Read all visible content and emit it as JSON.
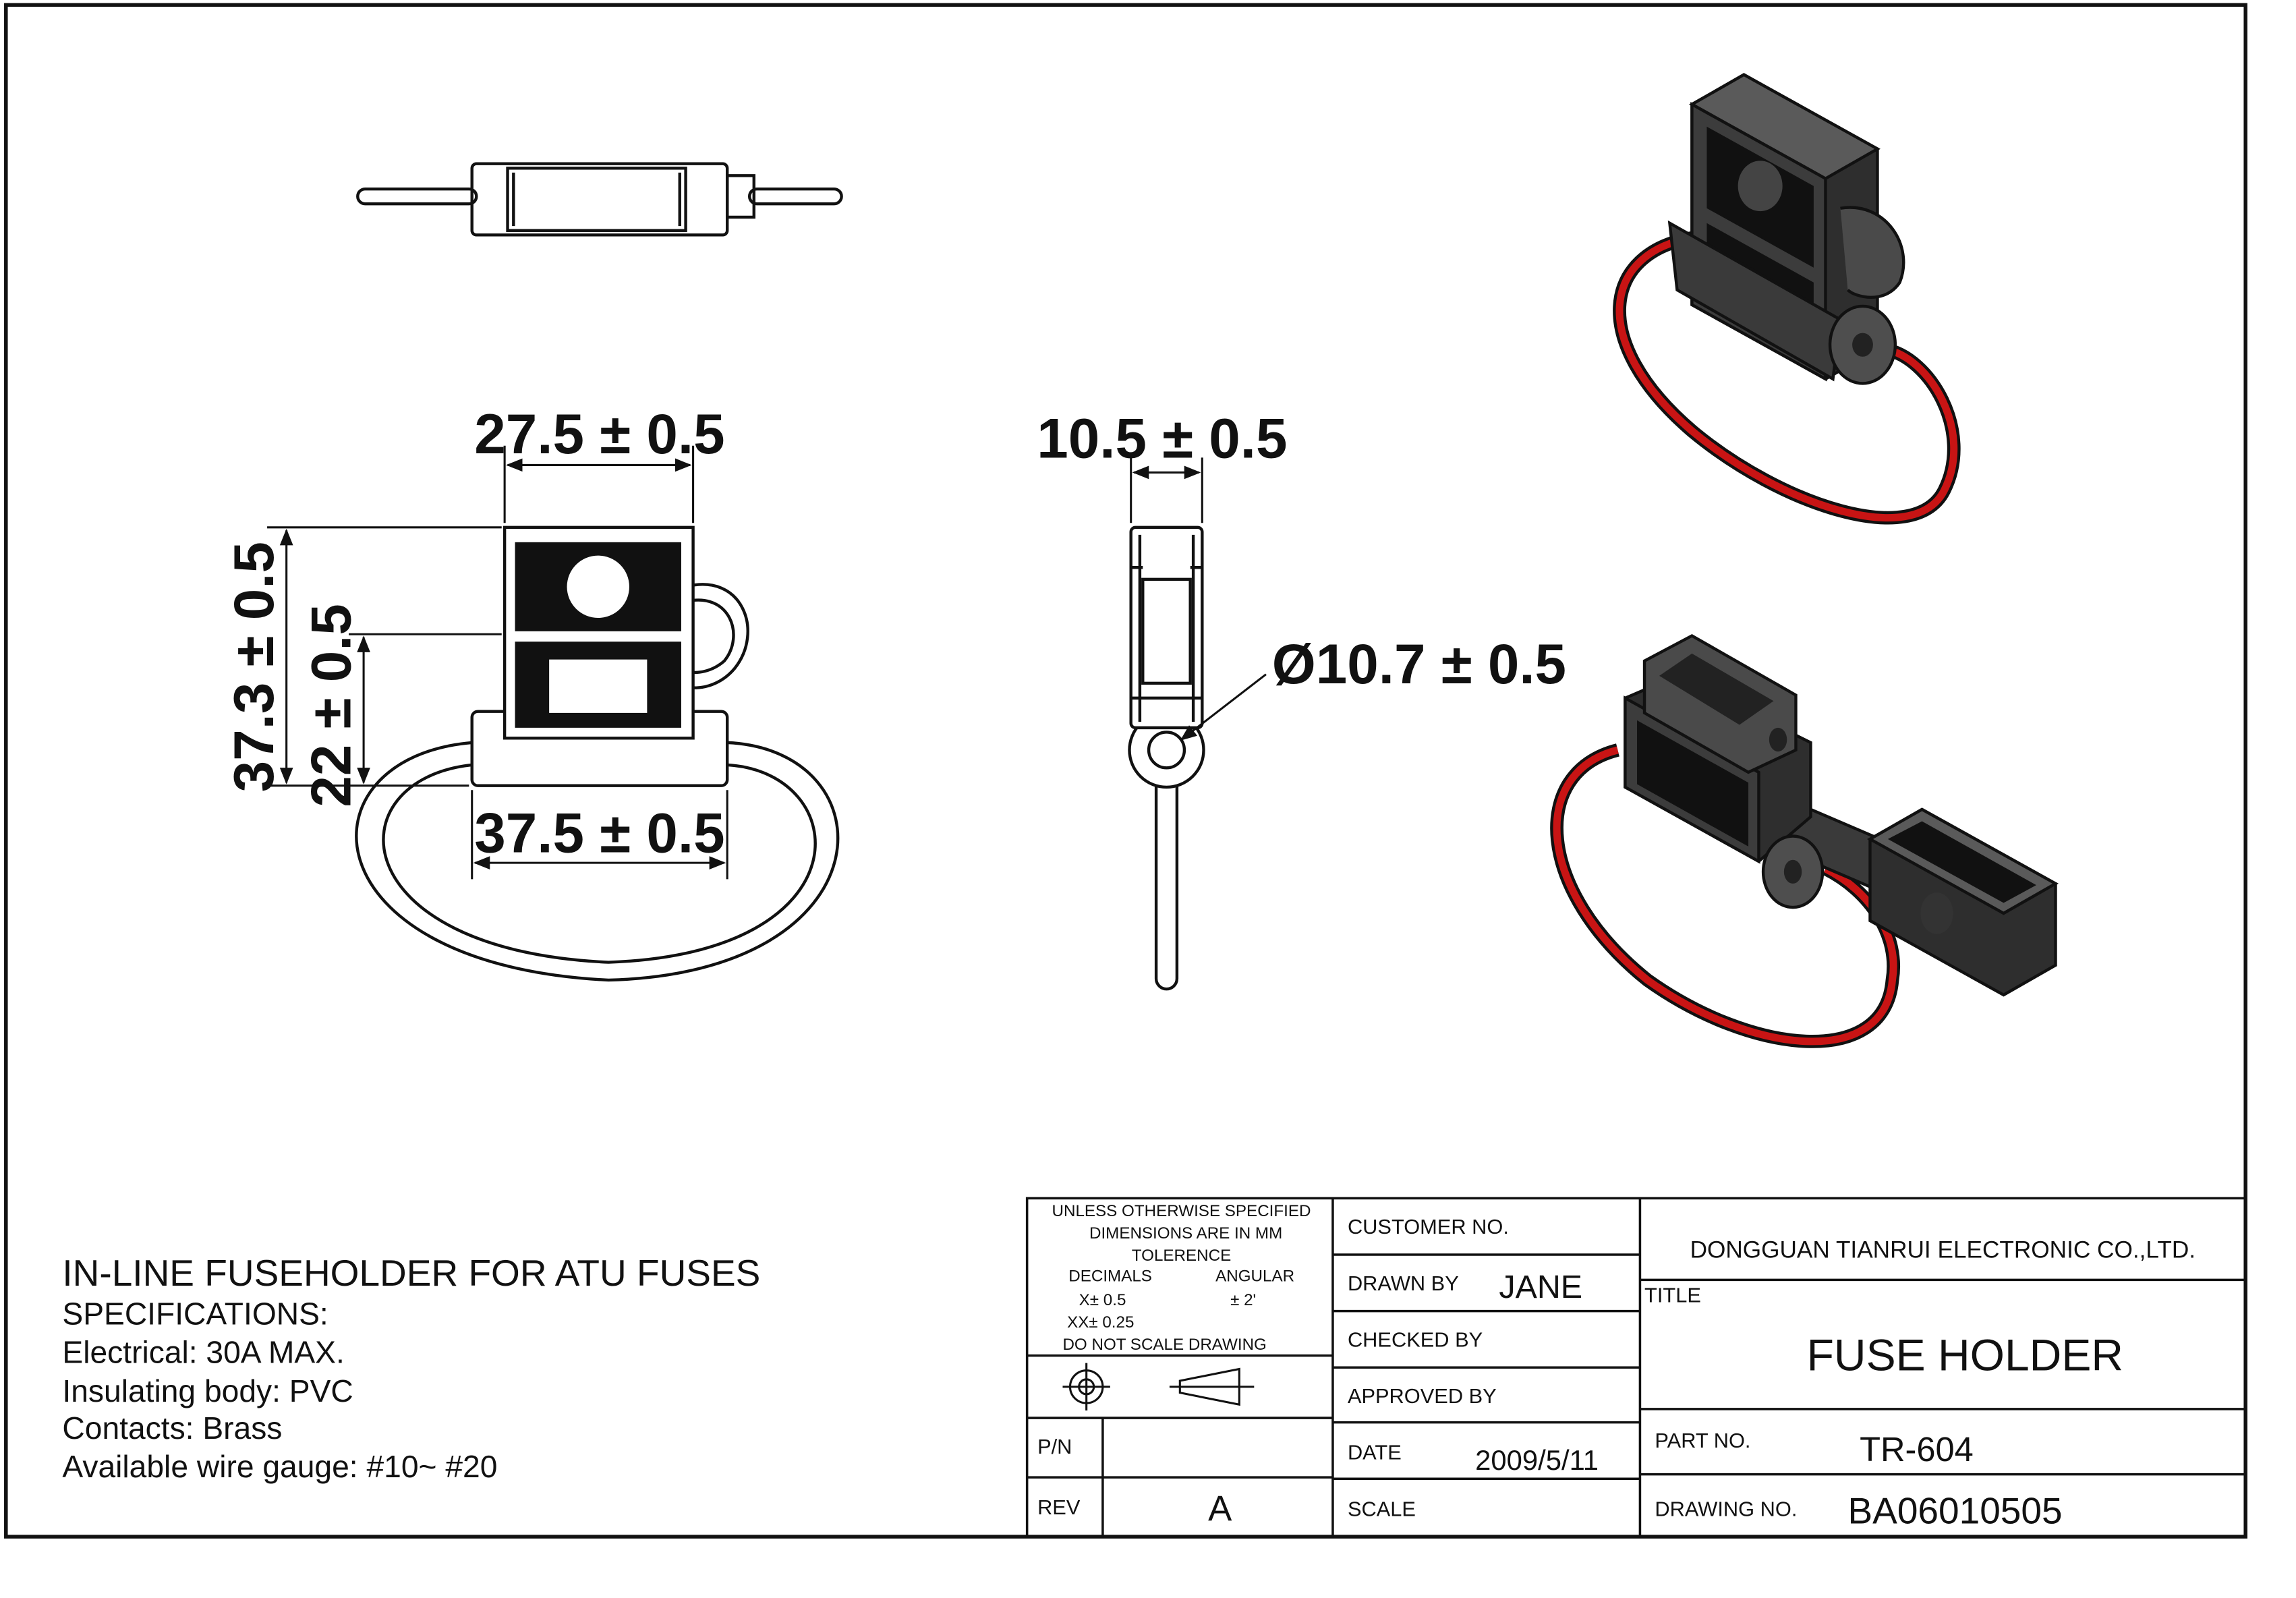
{
  "dimensions": {
    "top_width": "27.5 ± 0.5",
    "overall_height": "37.3 ± 0.5",
    "inner_height": "22 ± 0.5",
    "base_width": "37.5 ± 0.5",
    "side_thickness": "10.5 ± 0.5",
    "wire_diameter": "Ø10.7 ± 0.5"
  },
  "specs": {
    "title": "IN-LINE FUSEHOLDER FOR ATU FUSES",
    "heading": "SPECIFICATIONS:",
    "lines": [
      "Electrical: 30A MAX.",
      "Insulating body: PVC",
      "Contacts: Brass",
      "Available wire gauge: #10~ #20"
    ]
  },
  "title_block": {
    "tolerance": {
      "line1": "UNLESS OTHERWISE SPECIFIED",
      "line2": "DIMENSIONS ARE IN MM",
      "line3": "TOLERENCE",
      "decimals_label": "DECIMALS",
      "angular_label": "ANGULAR",
      "x_tol": "X±  0.5",
      "angular_tol": "±  2'",
      "xx_tol": "XX± 0.25",
      "note": "DO NOT SCALE DRAWING"
    },
    "pn_label": "P/N",
    "pn_value": "",
    "rev_label": "REV",
    "rev_value": "A",
    "customer_label": "CUSTOMER NO.",
    "customer_value": "",
    "drawn_by_label": "DRAWN BY",
    "drawn_by_value": "JANE",
    "checked_by_label": "CHECKED BY",
    "approved_by_label": "APPROVED BY",
    "date_label": "DATE",
    "date_value": "2009/5/11",
    "scale_label": "SCALE",
    "company": "DONGGUAN TIANRUI ELECTRONIC CO.,LTD.",
    "title_label": "TITLE",
    "title_value": "FUSE HOLDER",
    "part_no_label": "PART NO.",
    "part_no_value": "TR-604",
    "drawing_no_label": "DRAWING NO.",
    "drawing_no_value": "BA06010505"
  },
  "colors": {
    "line": "#111111",
    "body_dark": "#2b2b2b",
    "body_mid": "#4a4a4a",
    "wire_red": "#c81414"
  }
}
